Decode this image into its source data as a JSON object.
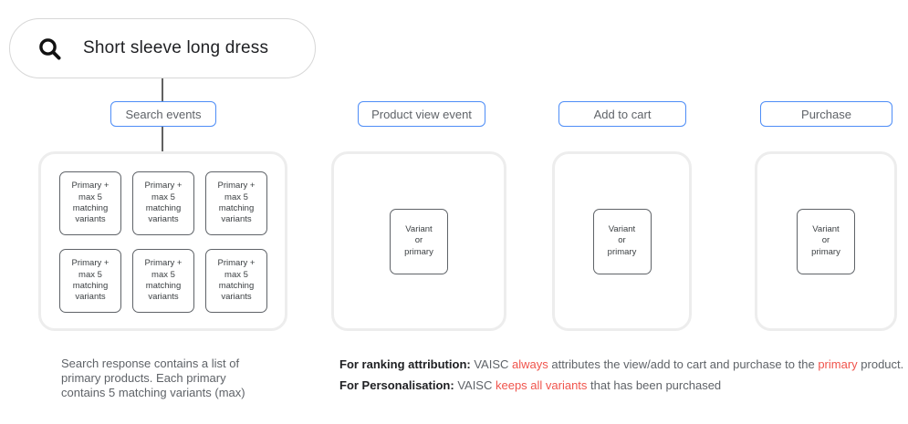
{
  "colors": {
    "accent_blue": "#4e8df7",
    "highlight_red": "#f0544c",
    "text_gray": "#5f6368",
    "text_dark": "#202124"
  },
  "search_bar": {
    "query": "Short sleeve long dress",
    "icon": "magnifier-icon"
  },
  "columns": [
    {
      "label": "Search events",
      "boxes": [
        "Primary +\nmax 5\nmatching\nvariants",
        "Primary +\nmax 5\nmatching\nvariants",
        "Primary +\nmax 5\nmatching\nvariants",
        "Primary +\nmax 5\nmatching\nvariants",
        "Primary +\nmax 5\nmatching\nvariants",
        "Primary +\nmax 5\nmatching\nvariants"
      ]
    },
    {
      "label": "Product view event",
      "boxes": [
        "Variant\nor\nprimary"
      ]
    },
    {
      "label": "Add to cart",
      "boxes": [
        "Variant\nor\nprimary"
      ]
    },
    {
      "label": "Purchase",
      "boxes": [
        "Variant\nor\nprimary"
      ]
    }
  ],
  "footnotes": {
    "search_note": "Search response contains a list of\nprimary products. Each primary\ncontains 5 matching variants (max)",
    "ranking_attribution": {
      "segments": [
        {
          "text": "For ranking attribution: ",
          "style": "bold"
        },
        {
          "text": "VAISC ",
          "style": "normal"
        },
        {
          "text": "always",
          "style": "red"
        },
        {
          "text": " attributes the view/add to cart and purchase to the ",
          "style": "normal"
        },
        {
          "text": "primary",
          "style": "red"
        },
        {
          "text": " product.",
          "style": "normal"
        }
      ]
    },
    "personalisation": {
      "segments": [
        {
          "text": "For Personalisation: ",
          "style": "bold"
        },
        {
          "text": "VAISC ",
          "style": "normal"
        },
        {
          "text": "keeps all variants",
          "style": "red"
        },
        {
          "text": " that has been purchased",
          "style": "normal"
        }
      ]
    }
  }
}
